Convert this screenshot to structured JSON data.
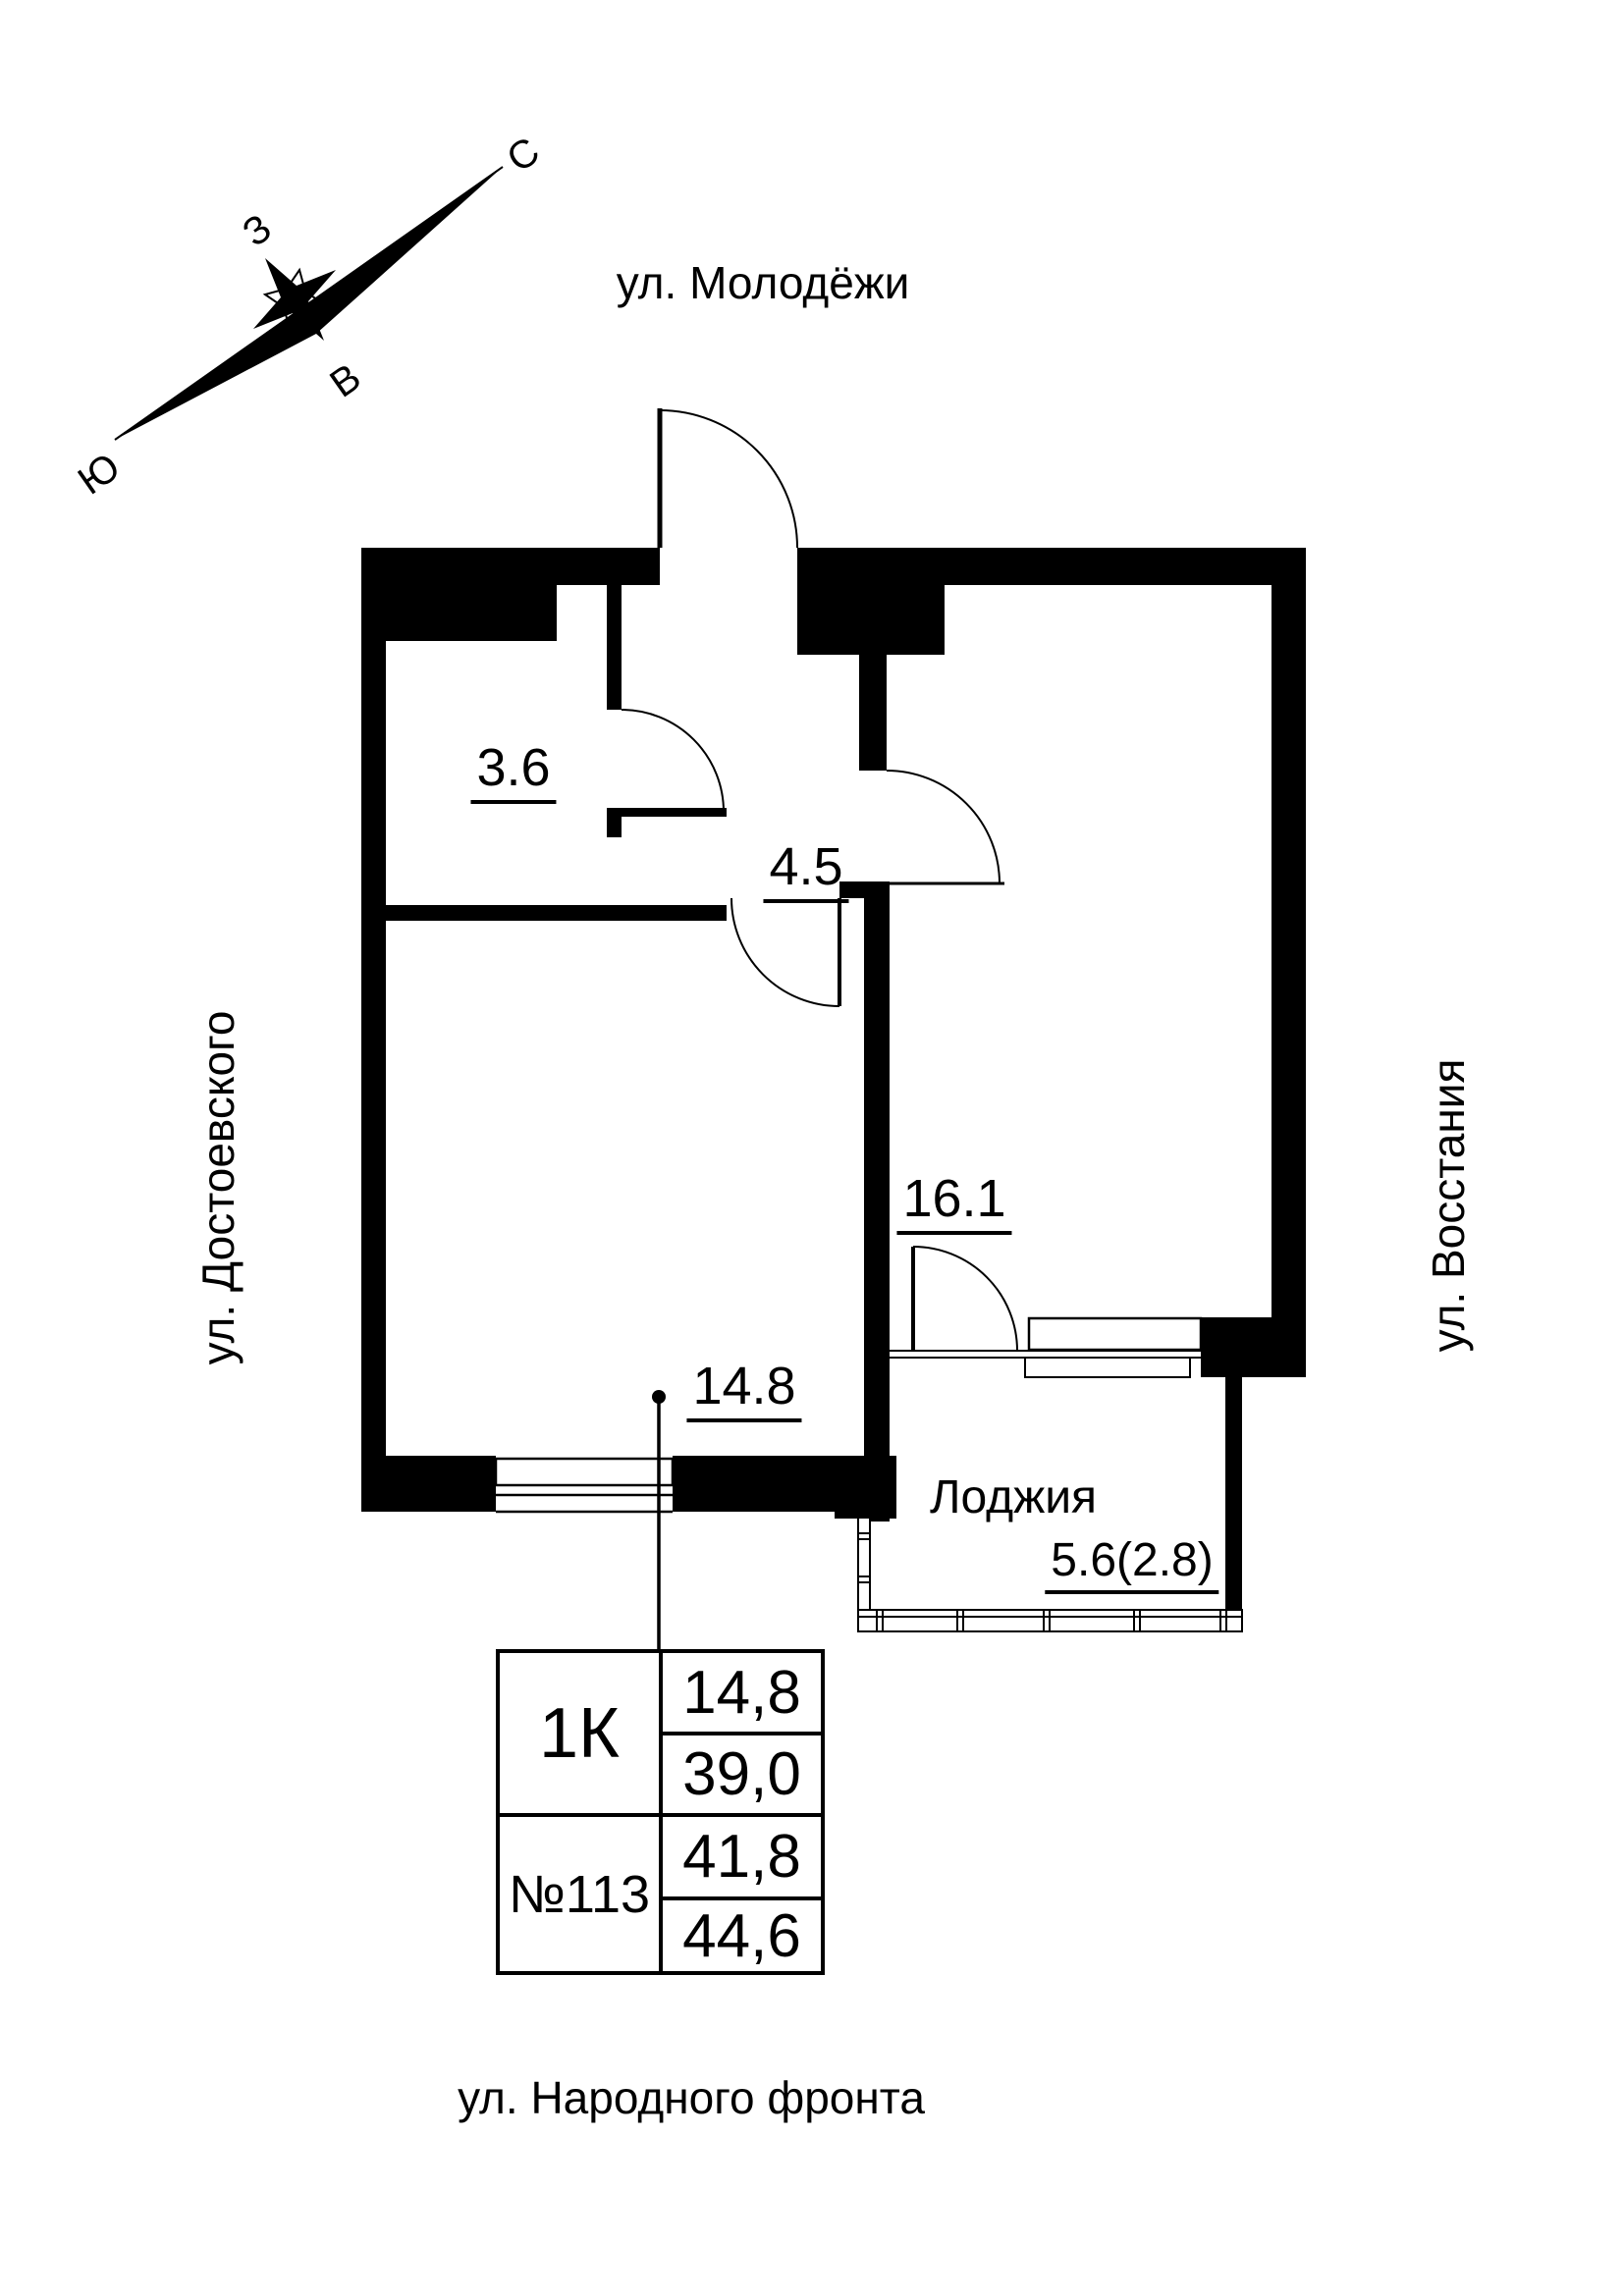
{
  "compass": {
    "north": "С",
    "west": "З",
    "east": "В",
    "south": "Ю"
  },
  "streets": {
    "top": "ул. Молодёжи",
    "left": "ул. Достоевского",
    "right": "ул. Восстания",
    "bottom": "ул. Народного фронта"
  },
  "rooms": {
    "bathroom": {
      "area": "3.6"
    },
    "hall": {
      "area": "4.5"
    },
    "living": {
      "area": "16.1"
    },
    "main_room": {
      "area": "14.8"
    },
    "loggia": {
      "name": "Лоджия",
      "area": "5.6(2.8)"
    }
  },
  "info_table": {
    "type": "1К",
    "number": "№113",
    "values": [
      "14,8",
      "39,0",
      "41,8",
      "44,6"
    ]
  }
}
